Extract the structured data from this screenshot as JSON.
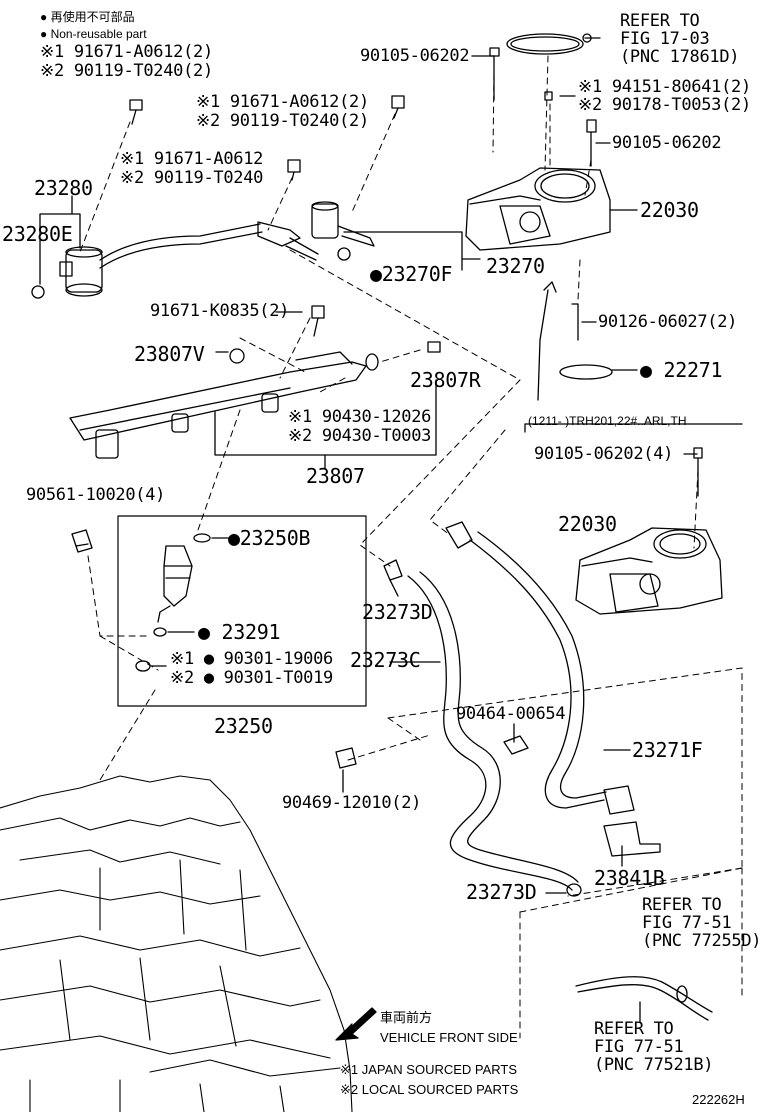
{
  "legend": {
    "nonreusable_jp": "● 再使用不可部品",
    "nonreusable_en": "● Non-reusable part",
    "note1": "※1 91671-A0612(2)",
    "note2": "※2 90119-T0240(2)"
  },
  "parts": {
    "p23280": "23280",
    "p23280e": "23280E",
    "bolt_a1": "※1 91671-A0612(2)",
    "bolt_a2": "※2 90119-T0240(2)",
    "bolt_b1": "※1 91671-A0612",
    "bolt_b2": "※2 90119-T0240",
    "p23270f": "●23270F",
    "p23270": "23270",
    "b91671k": "91671-K0835(2)",
    "p23807v": "23807V",
    "p23807r": "23807R",
    "g1": "※1 90430-12026",
    "g2": "※2 90430-T0003",
    "p23807": "23807",
    "b90561": "90561-10020(4)",
    "p23250b": "●23250B",
    "p23291": "● 23291",
    "r1": "※1 ● 90301-19006",
    "r2": "※2 ● 90301-T0019",
    "p23250": "23250",
    "b90105a": "90105-06202",
    "n1": "※1 94151-80641(2)",
    "n2": "※2 90178-T0053(2)",
    "b90105b": "90105-06202",
    "p22030a": "22030",
    "s90126": "90126-06027(2)",
    "p22271": "● 22271",
    "variant": "(1211-       )TRH201,22#..ARL,TH",
    "b90105c": "90105-06202(4)",
    "p22030b": "22030",
    "p23273d_a": "23273D",
    "p23273c": "23273C",
    "c90464": "90464-00654",
    "p23271f": "23271F",
    "c90469": "90469-12010(2)",
    "p23841b": "23841B",
    "p23273d_b": "23273D"
  },
  "refs": {
    "r17_a": "REFER TO",
    "r17_b": "FIG 17-03",
    "r17_c": "(PNC 17861D)",
    "r77a_a": "REFER TO",
    "r77a_b": "FIG 77-51",
    "r77a_c": "(PNC 77255D)",
    "r77b_a": "REFER TO",
    "r77b_b": "FIG 77-51",
    "r77b_c": "(PNC 77521B)"
  },
  "footer": {
    "front_jp": "車両前方",
    "front_en": "VEHICLE FRONT SIDE",
    "src1": "※1 JAPAN SOURCED PARTS",
    "src2": "※2 LOCAL SOURCED PARTS",
    "code": "222262H"
  }
}
